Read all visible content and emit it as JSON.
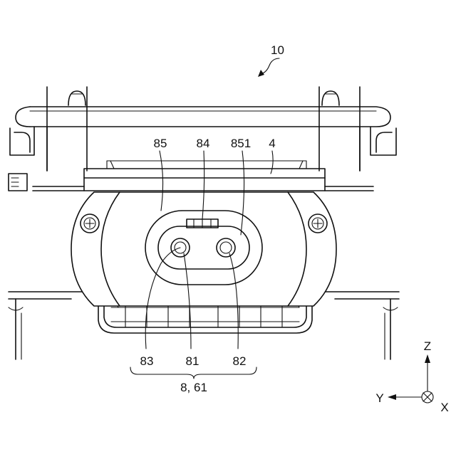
{
  "figure": {
    "labels": {
      "assembly": "10",
      "top_85": "85",
      "top_84": "84",
      "top_851": "851",
      "top_4": "4",
      "bottom_83": "83",
      "bottom_81": "81",
      "bottom_82": "82",
      "group": "8, 61"
    },
    "axes": {
      "z": "Z",
      "y": "Y",
      "x": "X"
    }
  }
}
